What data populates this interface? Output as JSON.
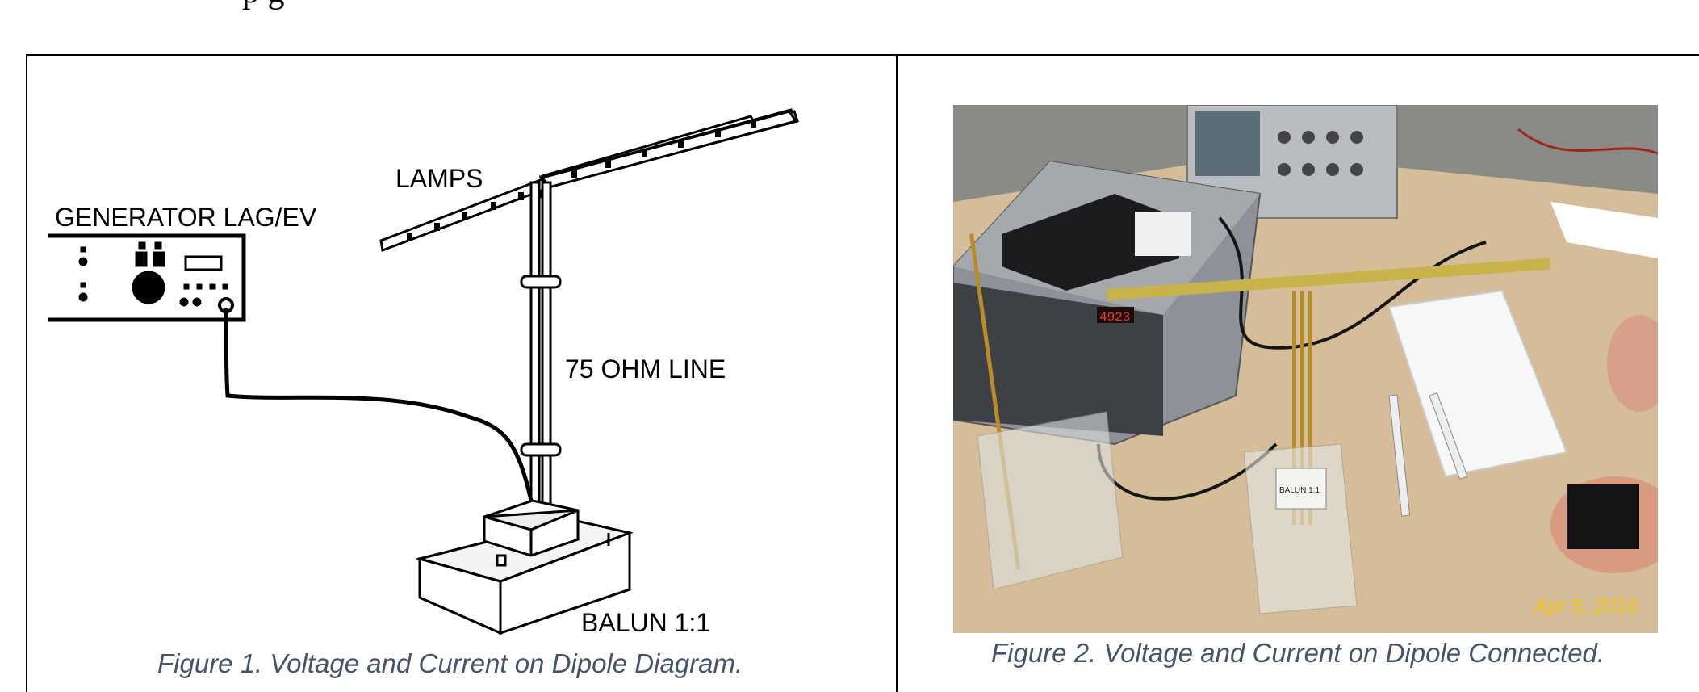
{
  "page": {
    "top_text": "p                                         g"
  },
  "figure1": {
    "labels": {
      "lamps": "LAMPS",
      "generator": "GENERATOR LAG/EV",
      "line": "75 OHM LINE",
      "balun": "BALUN 1:1"
    },
    "caption": "Figure 1. Voltage and Current on Dipole Diagram."
  },
  "figure2": {
    "display_readout": "4923",
    "balun_label": "BALUN 1:1",
    "date_stamp": "Apr 5, 2016",
    "caption": "Figure 2. Voltage and Current on Dipole Connected."
  }
}
